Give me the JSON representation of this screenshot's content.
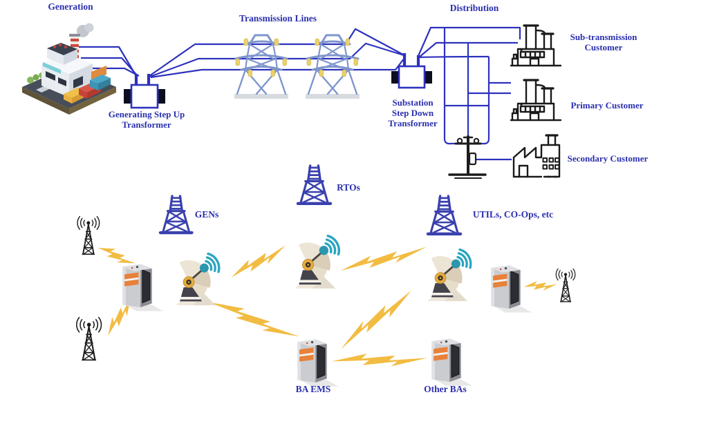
{
  "grid": {
    "generation": "Generation",
    "transmission_lines": "Transmission Lines",
    "stepup_l1": "Generating Step Up",
    "stepup_l2": "Transformer",
    "substation_l1": "Substation",
    "substation_l2": "Step Down",
    "substation_l3": "Transformer",
    "distribution": "Distribution",
    "sub_customer_l1": "Sub-transmission",
    "sub_customer_l2": "Customer",
    "primary_customer": "Primary Customer",
    "secondary_customer": "Secondary Customer"
  },
  "network": {
    "gens": "GENs",
    "rtos": "RTOs",
    "utils": "UTILs, CO-Ops, etc",
    "ba_ems": "BA EMS",
    "other_bas": "Other BAs"
  },
  "colors": {
    "label_blue": "#2a2fae",
    "power_line_blue": "#2d31bd",
    "tx_tower_steel_blue": "#7e96cd",
    "insulator_yellow": "#e9d26e",
    "comm_tower_blue": "#3a41ae",
    "bolt_gold": "#f2bc42",
    "dish_teal": "#2b97ae",
    "server_stripe_orange": "#e8813a",
    "outline_black": "#1c1c1c"
  },
  "icon_legend": {
    "power-plant-icon": "isometric generating station",
    "transformer-icon": "two-winding transformer box",
    "tx-tower-icon": "transmission lattice tower",
    "factory-icon": "industrial customer building",
    "utility-pole-icon": "distribution pole with transformer",
    "comm-tower-icon": "communications lattice tower",
    "radio-tower-icon": "radio antenna mast",
    "satellite-dish-icon": "satellite dish with signal",
    "server-icon": "EMS computer tower",
    "lightning-bolt-icon": "communication link"
  }
}
